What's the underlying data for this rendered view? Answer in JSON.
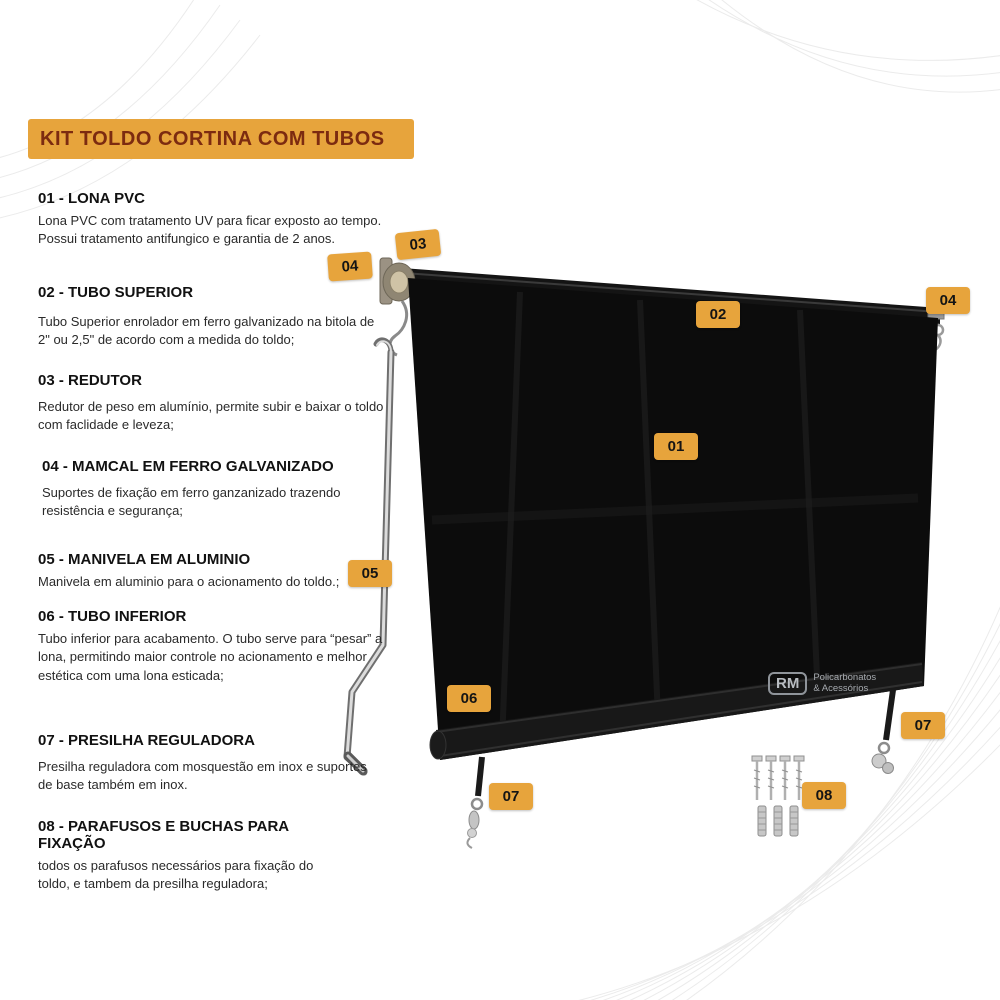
{
  "title": "KIT TOLDO CORTINA COM TUBOS",
  "sections": [
    {
      "heading": "01 - LONA PVC",
      "body": "Lona PVC com tratamento UV para ficar exposto ao tempo. Possui tratamento antifungico e garantia de 2 anos."
    },
    {
      "heading": "02 - TUBO SUPERIOR",
      "body": "Tubo Superior enrolador em ferro galvanizado na bitola de 2\" ou 2,5\" de acordo com a medida do toldo;"
    },
    {
      "heading": "03 - REDUTOR",
      "body": "Redutor de peso em alumínio, permite subir e baixar o toldo com faclidade e leveza;"
    },
    {
      "heading": "04 - MAMCAL  EM FERRO GALVANIZADO",
      "body": "Suportes de fixação em ferro ganzanizado trazendo resistência e segurança;"
    },
    {
      "heading": "05 - MANIVELA EM ALUMINIO",
      "body": "Manivela em aluminio para o acionamento do toldo.;"
    },
    {
      "heading": "06 - TUBO INFERIOR",
      "body": "Tubo inferior para acabamento. O tubo serve para “pesar” a lona, permitindo maior controle no acionamento e melhor estética com uma lona esticada;"
    },
    {
      "heading": "07 - PRESILHA REGULADORA",
      "body": "Presilha reguladora com mosquestão em inox e suportes de base também em inox."
    },
    {
      "heading": "08 - PARAFUSOS E BUCHAS PARA FIXAÇÃO",
      "body": "todos os parafusos necessários para fixação do toldo, e tambem da presilha reguladora;"
    }
  ],
  "badges": [
    {
      "label": "03"
    },
    {
      "label": "04"
    },
    {
      "label": "02"
    },
    {
      "label": "04"
    },
    {
      "label": "01"
    },
    {
      "label": "05"
    },
    {
      "label": "06"
    },
    {
      "label": "07"
    },
    {
      "label": "07"
    },
    {
      "label": "08"
    }
  ],
  "watermark": {
    "abbr": "RM",
    "line1": "Policarbonatos",
    "line2": "& Acessórios"
  },
  "colors": {
    "accent_yellow": "#E7A43C",
    "title_text": "#7C2B10",
    "tarp_black": "#0C0C0C",
    "metal_gray": "#C4C4C4"
  }
}
